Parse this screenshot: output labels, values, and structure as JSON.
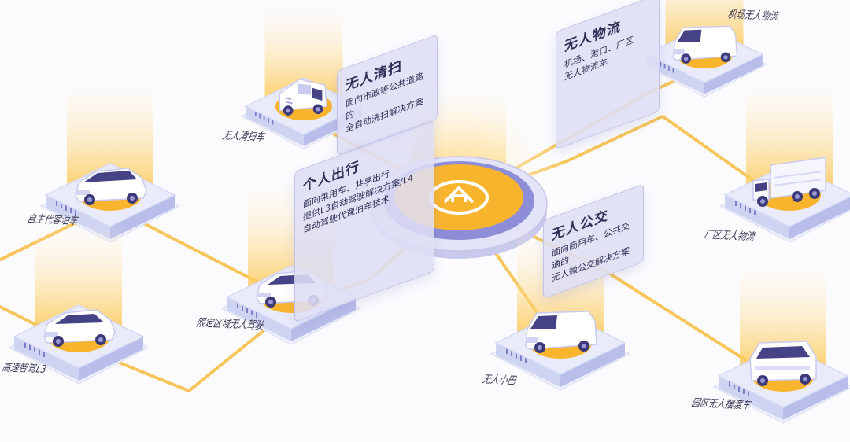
{
  "hub": {
    "logo": "hub-logo-icon"
  },
  "nodes": [
    {
      "id": "sweeper",
      "label": "无人清扫车",
      "vehicle": "sweeper"
    },
    {
      "id": "valet",
      "label": "自主代客泊车",
      "vehicle": "mpv"
    },
    {
      "id": "highway",
      "label": "高速智驾L3",
      "vehicle": "suv"
    },
    {
      "id": "geofenced",
      "label": "限定区域无人驾驶",
      "vehicle": "suv"
    },
    {
      "id": "airport",
      "label": "机场无人物流",
      "vehicle": "van"
    },
    {
      "id": "factory",
      "label": "厂区无人物流",
      "vehicle": "truck"
    },
    {
      "id": "minibus",
      "label": "无人小巴",
      "vehicle": "van"
    },
    {
      "id": "campus",
      "label": "园区无人摆渡车",
      "vehicle": "shuttle"
    }
  ],
  "panels": [
    {
      "id": "cleaning",
      "title": "无人清扫",
      "lines": [
        "面向市政等公共道路的",
        "全自动洗扫解决方案"
      ]
    },
    {
      "id": "logistics",
      "title": "无人物流",
      "lines": [
        "机场、港口、厂区",
        "无人物流车"
      ]
    },
    {
      "id": "personal",
      "title": "个人出行",
      "lines": [
        "面向乘用车、共享出行",
        "提供L3自动驾驶解决方案/L4",
        "自动驾驶代课泊车技术"
      ]
    },
    {
      "id": "bus",
      "title": "无人公交",
      "lines": [
        "面向商用车、公共交通的",
        "无人微公交解决方案"
      ]
    }
  ],
  "colors": {
    "accent": "#f9b42d",
    "connector": "#f7c55a",
    "platform": "#e9ebfb",
    "panel": "#dcdcf3",
    "text": "#2f2f55"
  }
}
